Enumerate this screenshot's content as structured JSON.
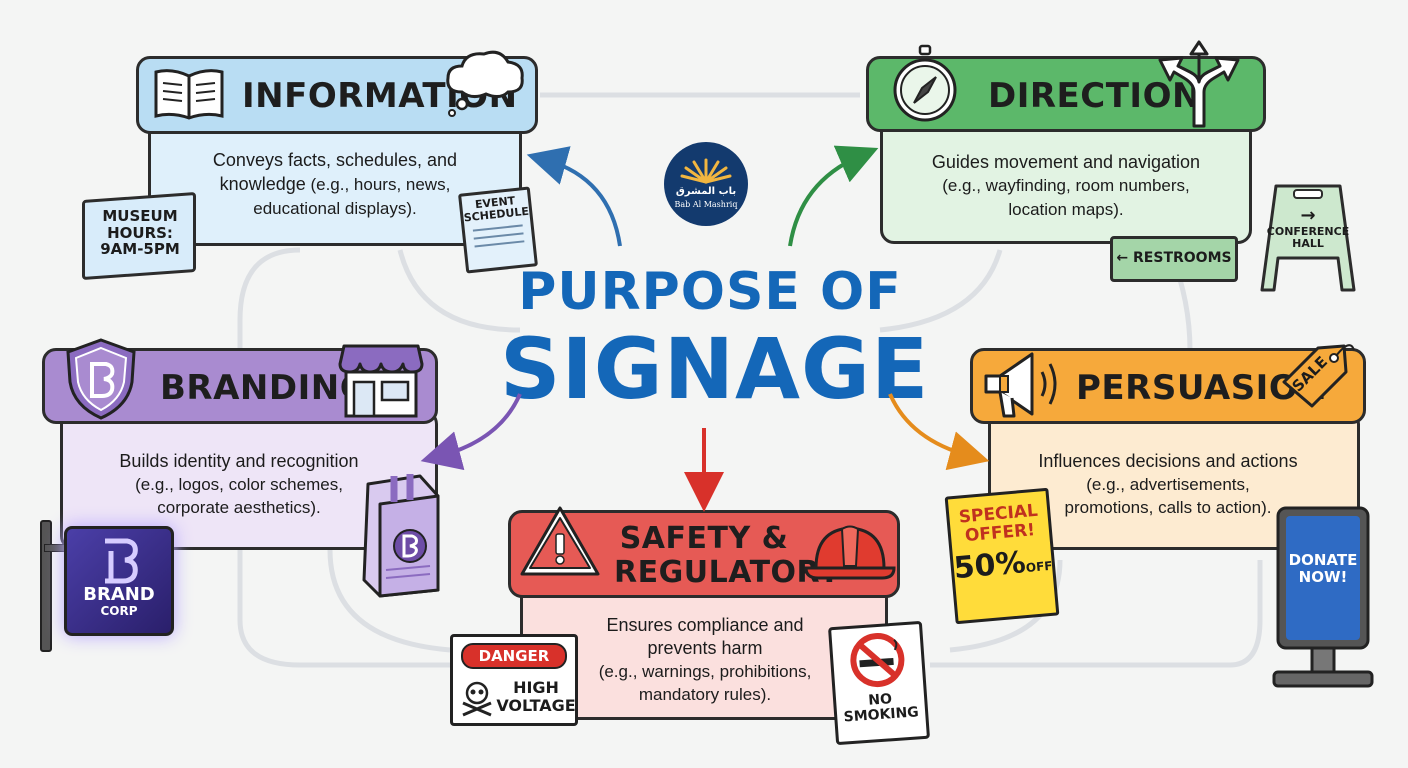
{
  "center": {
    "line1": "PURPOSE OF",
    "line2": "SIGNAGE",
    "logo_arabic": "باب المشرق",
    "logo_latin": "Bab Al Mashriq"
  },
  "cards": {
    "information": {
      "title": "INFORMATION",
      "line1": "Conveys facts, schedules, and",
      "line2a": "knowledge",
      "line2b": " (e.g., hours, news,",
      "line3": "educational displays).",
      "color": "#b9ddf3"
    },
    "direction": {
      "title": "DIRECTION",
      "line1": "Guides movement and navigation",
      "line2": "(e.g., wayfinding, room numbers,",
      "line3": "location maps).",
      "color": "#5cb86a"
    },
    "branding": {
      "title": "BRANDING",
      "line1": "Builds identity and recognition",
      "line2": "(e.g., logos, color schemes,",
      "line3": "corporate aesthetics).",
      "color": "#a98bd0"
    },
    "persuasion": {
      "title": "PERSUASION",
      "line1": "Influences decisions and actions",
      "line2": "(e.g., advertisements,",
      "line3": "promotions, calls to action).",
      "color": "#f6a93b"
    },
    "safety": {
      "title1": "SAFETY &",
      "title2": "REGULATORY",
      "line1": "Ensures compliance and",
      "line2": "prevents harm",
      "line3": "(e.g., warnings, prohibitions,",
      "line4": "mandatory rules).",
      "color": "#e65a55"
    }
  },
  "props": {
    "museum": [
      "MUSEUM",
      "HOURS:",
      "9AM-5PM"
    ],
    "event": [
      "EVENT",
      "SCHEDULE"
    ],
    "restrooms": "RESTROOMS",
    "conference": [
      "CONFERENCE",
      "HALL"
    ],
    "brand": [
      "BRAND",
      "CORP"
    ],
    "sale": "SALE",
    "offer": [
      "SPECIAL",
      "OFFER!",
      "50%",
      "OFF"
    ],
    "donate": [
      "DONATE",
      "NOW!"
    ],
    "danger": "DANGER",
    "voltage": [
      "HIGH",
      "VOLTAGE"
    ],
    "nosmoking": [
      "NO",
      "SMOKING"
    ]
  }
}
